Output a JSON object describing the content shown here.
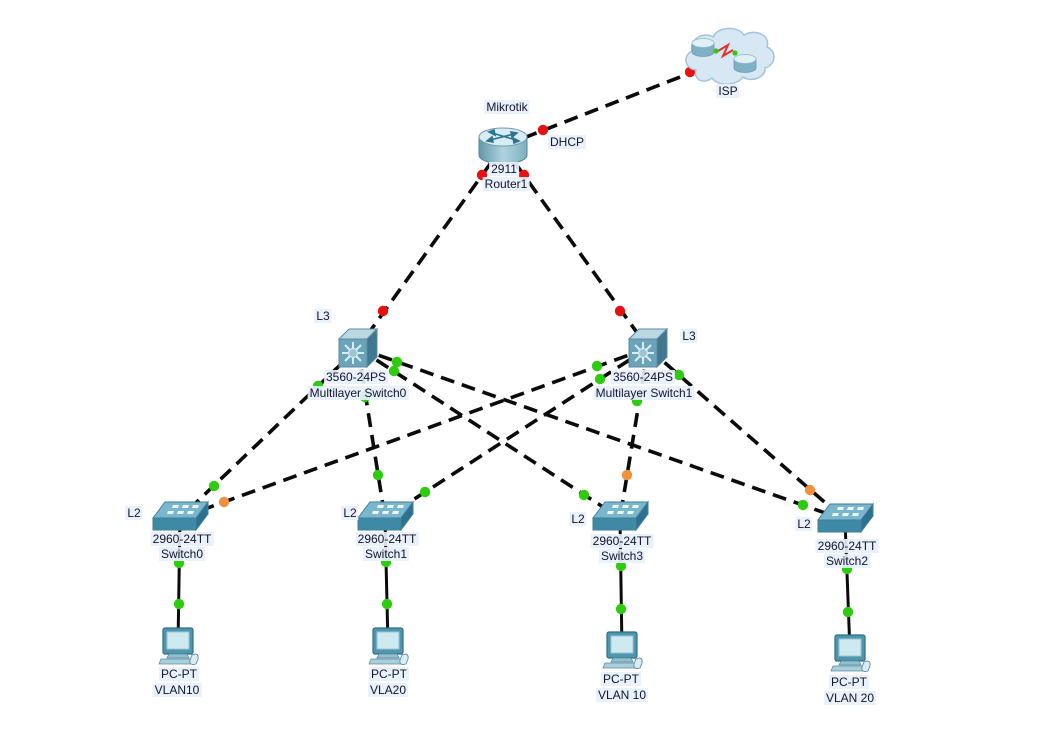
{
  "diagram": {
    "kind": "network-topology",
    "background": "#ffffff",
    "link_color": "#0b0b0b"
  },
  "status_colors": {
    "up": "#2ecc0e",
    "down": "#e81010",
    "amber": "#f2913d"
  },
  "devices": [
    {
      "id": "isp",
      "type": "cloud",
      "name": "ISP"
    },
    {
      "id": "router1",
      "type": "router",
      "model": "2911",
      "name": "Router1",
      "annotation": "Mikrotik",
      "port_note": "DHCP"
    },
    {
      "id": "mls0",
      "type": "multilayer-switch",
      "model": "3560-24PS",
      "name": "Multilayer Switch0",
      "annotation": "L3"
    },
    {
      "id": "mls1",
      "type": "multilayer-switch",
      "model": "3560-24PS",
      "name": "Multilayer Switch1",
      "annotation": "L3"
    },
    {
      "id": "switch0",
      "type": "switch",
      "model": "2960-24TT",
      "name": "Switch0",
      "annotation": "L2"
    },
    {
      "id": "switch1",
      "type": "switch",
      "model": "2960-24TT",
      "name": "Switch1",
      "annotation": "L2"
    },
    {
      "id": "switch3",
      "type": "switch",
      "model": "2960-24TT",
      "name": "Switch3",
      "annotation": "L2"
    },
    {
      "id": "switch2",
      "type": "switch",
      "model": "2960-24TT",
      "name": "Switch2",
      "annotation": "L2"
    },
    {
      "id": "pc-vlan10",
      "type": "pc",
      "model": "PC-PT",
      "name": "VLAN10"
    },
    {
      "id": "pc-vla20",
      "type": "pc",
      "model": "PC-PT",
      "name": "VLA20"
    },
    {
      "id": "pc-vlan-10",
      "type": "pc",
      "model": "PC-PT",
      "name": "VLAN 10"
    },
    {
      "id": "pc-vlan-20",
      "type": "pc",
      "model": "PC-PT",
      "name": "VLAN 20"
    }
  ],
  "links": [
    {
      "from": "router1",
      "to": "isp",
      "style": "dashed",
      "from_status": "down",
      "to_status": "down"
    },
    {
      "from": "router1",
      "to": "mls0",
      "style": "dashed",
      "from_status": "down",
      "to_status": "down"
    },
    {
      "from": "router1",
      "to": "mls1",
      "style": "dashed",
      "from_status": "down",
      "to_status": "down"
    },
    {
      "from": "mls0",
      "to": "switch0",
      "style": "dashed",
      "from_status": "up",
      "to_status": "up"
    },
    {
      "from": "mls0",
      "to": "switch1",
      "style": "dashed",
      "from_status": "up",
      "to_status": "up"
    },
    {
      "from": "mls0",
      "to": "switch3",
      "style": "dashed",
      "from_status": "up",
      "to_status": "up"
    },
    {
      "from": "mls0",
      "to": "switch2",
      "style": "dashed",
      "from_status": "up",
      "to_status": "up"
    },
    {
      "from": "mls1",
      "to": "switch0",
      "style": "dashed",
      "from_status": "up",
      "to_status": "amber"
    },
    {
      "from": "mls1",
      "to": "switch1",
      "style": "dashed",
      "from_status": "up",
      "to_status": "up"
    },
    {
      "from": "mls1",
      "to": "switch3",
      "style": "dashed",
      "from_status": "up",
      "to_status": "amber"
    },
    {
      "from": "mls1",
      "to": "switch2",
      "style": "dashed",
      "from_status": "up",
      "to_status": "amber"
    },
    {
      "from": "switch0",
      "to": "pc-vlan10",
      "style": "solid",
      "from_status": "up",
      "to_status": "up"
    },
    {
      "from": "switch1",
      "to": "pc-vla20",
      "style": "solid",
      "from_status": "up",
      "to_status": "up"
    },
    {
      "from": "switch3",
      "to": "pc-vlan-10",
      "style": "solid",
      "from_status": "up",
      "to_status": "up"
    },
    {
      "from": "switch2",
      "to": "pc-vlan-20",
      "style": "solid",
      "from_status": "up",
      "to_status": "up"
    }
  ]
}
